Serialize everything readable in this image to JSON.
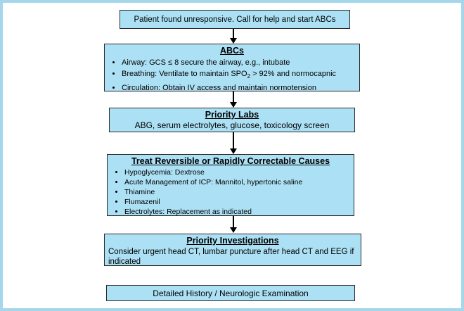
{
  "colors": {
    "frame": "#a4d7ea",
    "box_fill": "#ace0f4",
    "box_border": "#2a2a2a",
    "arrow": "#000000",
    "text": "#000000"
  },
  "flowchart": {
    "start": {
      "text": "Patient found unresponsive. Call for help and start ABCs"
    },
    "abcs": {
      "title": "ABCs",
      "bullets": [
        "Airway: GCS ≤ 8 secure the airway, e.g., intubate",
        {
          "pre": "Breathing: Ventilate to maintain SPO",
          "sub": "2",
          "post": " > 92% and normocapnic"
        },
        "Circulation: Obtain IV access and maintain normotension"
      ]
    },
    "priority_labs": {
      "title": "Priority Labs",
      "body": "ABG, serum electrolytes, glucose, toxicology screen"
    },
    "treat_causes": {
      "title": "Treat Reversible or Rapidly Correctable Causes",
      "bullets": [
        "Hypoglycemia: Dextrose",
        "Acute Management of ICP: Mannitol, hypertonic saline",
        "Thiamine",
        "Flumazenil",
        "Electrolytes: Replacement as indicated"
      ]
    },
    "priority_investigations": {
      "title": "Priority Investigations",
      "body": "Consider urgent head CT, lumbar puncture after head CT and EEG if indicated"
    },
    "history_exam": {
      "text": "Detailed History / Neurologic Examination"
    }
  }
}
